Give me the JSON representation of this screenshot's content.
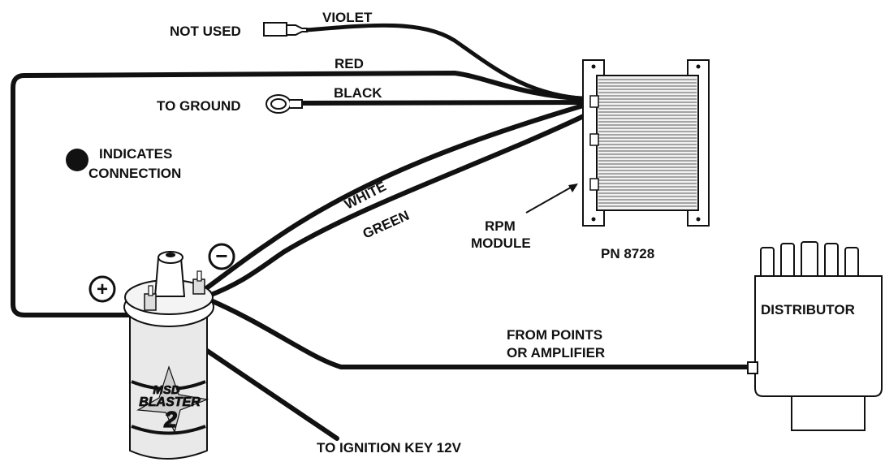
{
  "labels": {
    "not_used": "NOT USED",
    "violet": "VIOLET",
    "red": "RED",
    "black": "BLACK",
    "to_ground": "TO GROUND",
    "indicates": "INDICATES",
    "connection": "CONNECTION",
    "white": "WHITE",
    "green": "GREEN",
    "rpm": "RPM",
    "module": "MODULE",
    "pn": "PN 8728",
    "distributor": "DISTRIBUTOR",
    "from_points": "FROM POINTS",
    "or_amplifier": "OR AMPLIFIER",
    "ignition_key": "TO IGNITION KEY 12V",
    "plus": "+",
    "minus": "−"
  },
  "coil_brand": {
    "line1": "MSD",
    "line2": "BLASTER",
    "line3": "2"
  },
  "colors": {
    "ink": "#111111",
    "background": "#ffffff",
    "module_fill": "#f2f2f2",
    "coil_fill": "#e9e9e9"
  }
}
